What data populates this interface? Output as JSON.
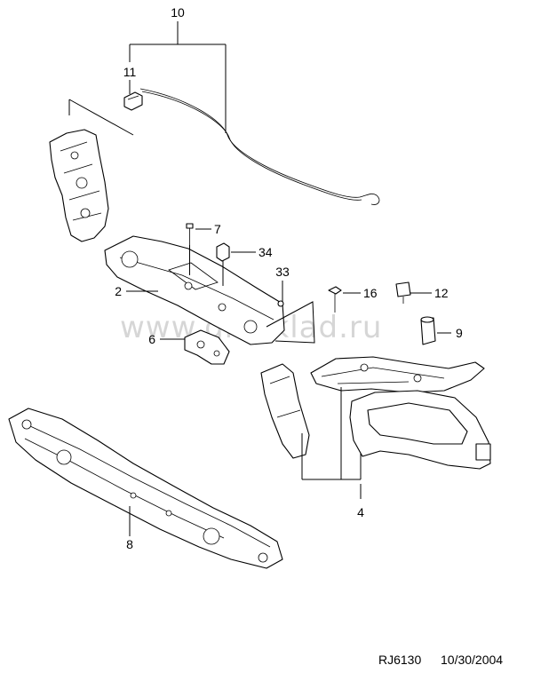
{
  "watermark": "www.gmsklad.ru",
  "drawing_code": "RJ6130",
  "drawing_date": "10/30/2004",
  "callouts": {
    "c10": "10",
    "c11": "11",
    "c7": "7",
    "c34": "34",
    "c33": "33",
    "c2": "2",
    "c16": "16",
    "c12": "12",
    "c9": "9",
    "c6": "6",
    "c4": "4",
    "c8": "8"
  }
}
